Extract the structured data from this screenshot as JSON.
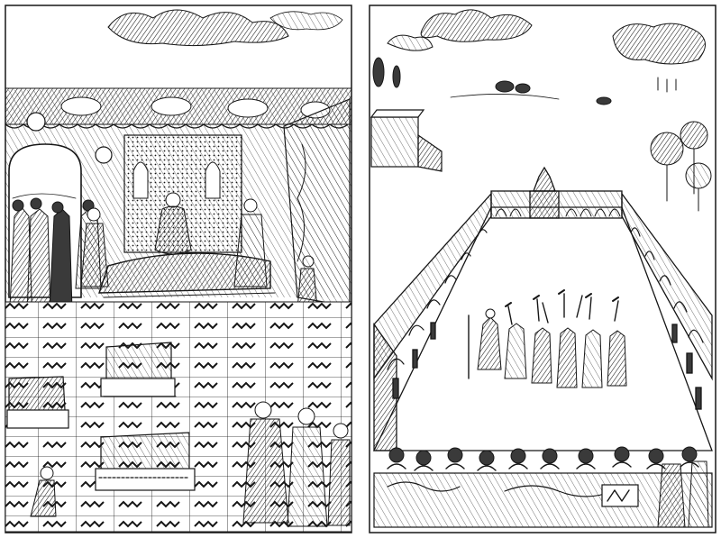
{
  "image": {
    "kind": "engraving-diptych",
    "panels": [
      {
        "name": "left-panel",
        "subject": "throne-room-audience"
      },
      {
        "name": "right-panel",
        "subject": "courtyard-procession"
      }
    ]
  },
  "palette": {
    "paper": "#ffffff",
    "ink": "#161616",
    "mid": "#8a8a8a",
    "light": "#d9d9d9",
    "dark": "#3a3a3a"
  }
}
